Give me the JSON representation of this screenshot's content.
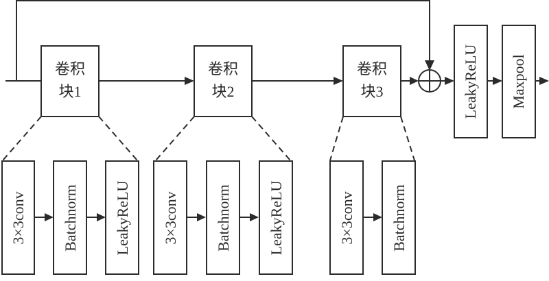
{
  "diagram": {
    "blocks": [
      {
        "id": "b1",
        "label_line1": "卷积",
        "label_line2": "块1"
      },
      {
        "id": "b2",
        "label_line1": "卷积",
        "label_line2": "块2"
      },
      {
        "id": "b3",
        "label_line1": "卷积",
        "label_line2": "块3"
      }
    ],
    "sum_node": "⊕",
    "post": [
      {
        "id": "p1",
        "label": "LeakyReLU"
      },
      {
        "id": "p2",
        "label": "Maxpool"
      }
    ],
    "detail_groups": [
      {
        "block": "b1",
        "layers": [
          "3×3conv",
          "Batchnorm",
          "LeakyReLU"
        ]
      },
      {
        "block": "b2",
        "layers": [
          "3×3conv",
          "Batchnorm",
          "LeakyReLU"
        ]
      },
      {
        "block": "b3",
        "layers": [
          "3×3conv",
          "Batchnorm"
        ]
      }
    ]
  }
}
